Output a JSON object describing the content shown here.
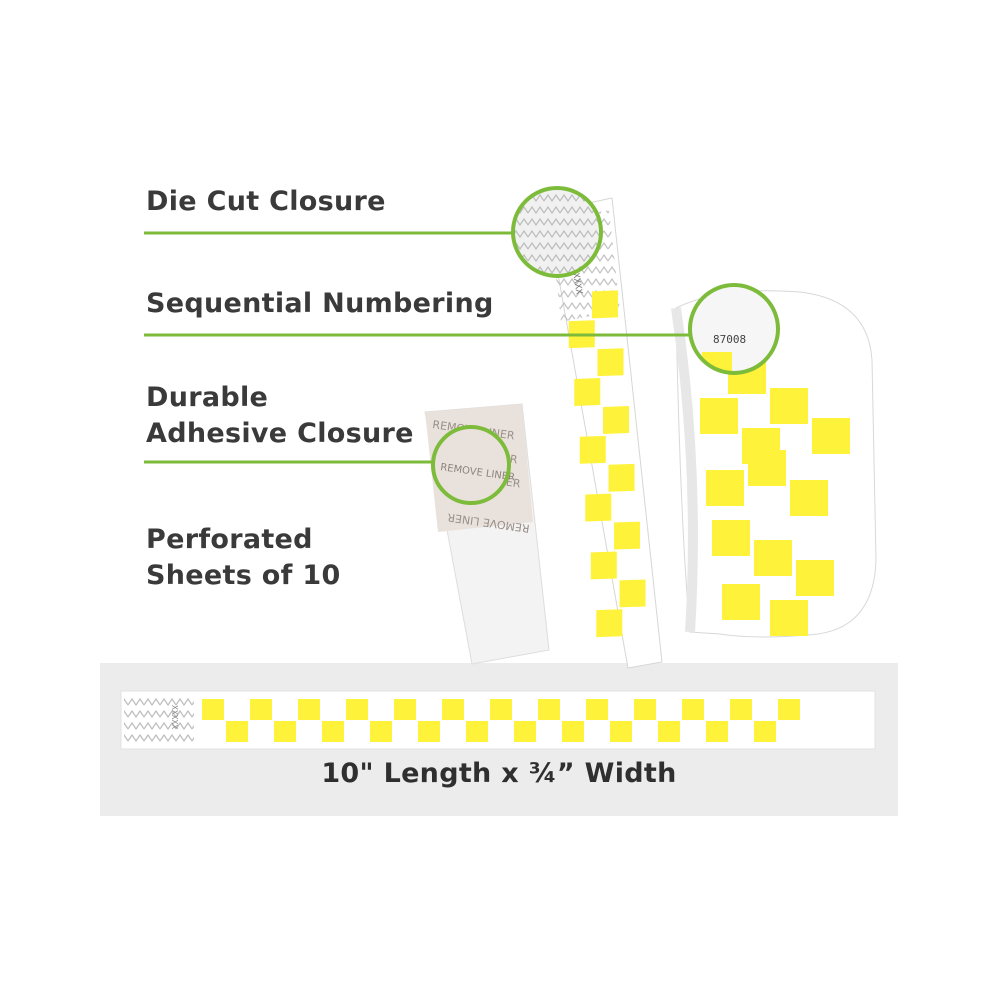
{
  "features": {
    "die_cut": "Die Cut Closure",
    "sequential": "Sequential Numbering",
    "adhesive_line1": "Durable",
    "adhesive_line2": "Adhesive Closure",
    "perforated_line1": "Perforated",
    "perforated_line2": "Sheets of 10"
  },
  "wristband": {
    "serial_number": "87008",
    "serial_placeholder": "XXXXX",
    "liner_text": "REMOVE LINER"
  },
  "dimension": "10\" Length x ¾” Width",
  "colors": {
    "accent_green": "#7dbb3a",
    "checker_yellow": "#fff23a",
    "panel_gray": "#ececec",
    "text_dark": "#3a3a3a"
  }
}
